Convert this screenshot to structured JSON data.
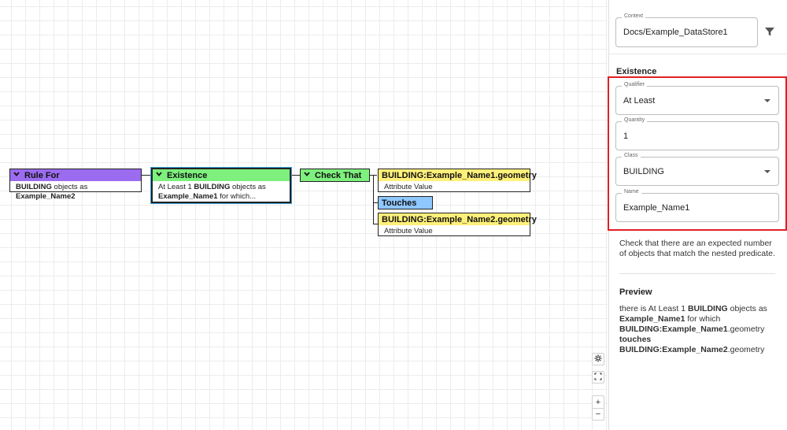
{
  "canvas": {
    "nodes": {
      "rule_for": {
        "title": "Rule For",
        "body_bold1": "BUILDING",
        "body_text1": " objects as ",
        "body_bold2": "Example_Name2"
      },
      "existence": {
        "title": "Existence",
        "line1_pre": "At Least 1 ",
        "line1_bold": "BUILDING",
        "line1_post": " objects as",
        "line2_bold": "Example_Name1",
        "line2_post": " for which..."
      },
      "check_that": {
        "title": "Check That"
      },
      "attr1": {
        "title": "BUILDING:Example_Name1.geometry",
        "body": "Attribute Value"
      },
      "touches": {
        "title": "Touches"
      },
      "attr2": {
        "title": "BUILDING:Example_Name2.geometry",
        "body": "Attribute Value"
      }
    },
    "controls": {
      "settings_icon": "gear-icon",
      "fit_icon": "fit-view-icon",
      "zoom_in": "+",
      "zoom_out": "−"
    }
  },
  "panel": {
    "context": {
      "legend": "Context",
      "value": "Docs/Example_DataStore1"
    },
    "existence_title": "Existence",
    "qualifier": {
      "legend": "Qualifier",
      "value": "At Least"
    },
    "quantity": {
      "legend": "Quantity",
      "value": "1"
    },
    "class": {
      "legend": "Class",
      "value": "BUILDING"
    },
    "name": {
      "legend": "Name",
      "value": "Example_Name1"
    },
    "description": "Check that there are an expected number of objects that match the nested predicate.",
    "preview": {
      "title": "Preview",
      "t1": "there is At Least 1 ",
      "b1": "BUILDING",
      "t2": " objects as ",
      "b2": "Example_Name1",
      "t3": " for which ",
      "b3": "BUILDING:Example_Name1",
      "t4": ".geometry ",
      "b4": "touches",
      "b5": "BUILDING:Example_Name2",
      "t5": ".geometry"
    }
  },
  "colors": {
    "rule_for": "#9b6cf0",
    "existence": "#7df07d",
    "attribute": "#fff07a",
    "touches": "#8fc7ff",
    "highlight": "#e01f26"
  }
}
